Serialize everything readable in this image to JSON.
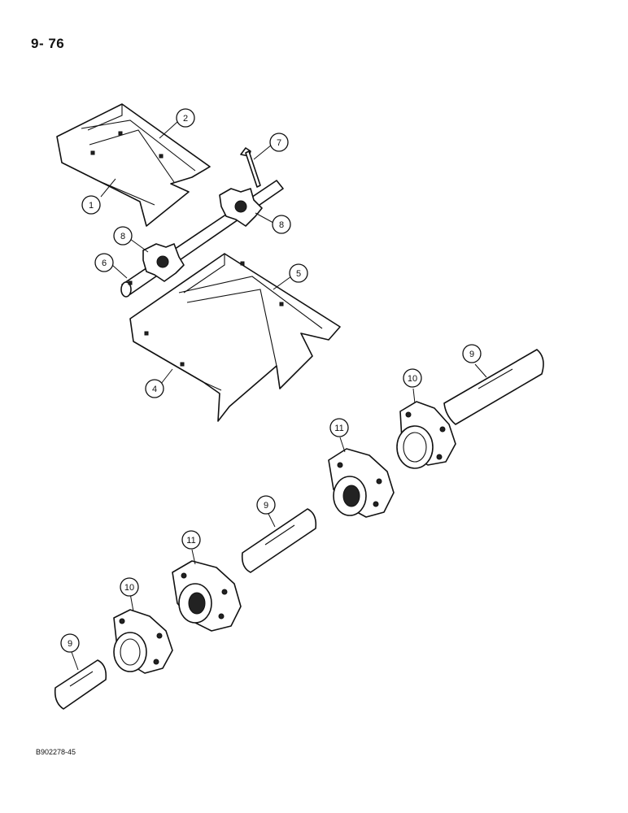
{
  "page_number": "9- 76",
  "figure_code": "B902278-45",
  "callouts": [
    {
      "id": "c1",
      "label": "1"
    },
    {
      "id": "c2",
      "label": "2"
    },
    {
      "id": "c7",
      "label": "7"
    },
    {
      "id": "c8a",
      "label": "8"
    },
    {
      "id": "c8b",
      "label": "8"
    },
    {
      "id": "c6",
      "label": "6"
    },
    {
      "id": "c5",
      "label": "5"
    },
    {
      "id": "c4",
      "label": "4"
    },
    {
      "id": "c9a",
      "label": "9"
    },
    {
      "id": "c10a",
      "label": "10"
    },
    {
      "id": "c11a",
      "label": "11"
    },
    {
      "id": "c9b",
      "label": "9"
    },
    {
      "id": "c11b",
      "label": "11"
    },
    {
      "id": "c10b",
      "label": "10"
    },
    {
      "id": "c9c",
      "label": "9"
    }
  ]
}
